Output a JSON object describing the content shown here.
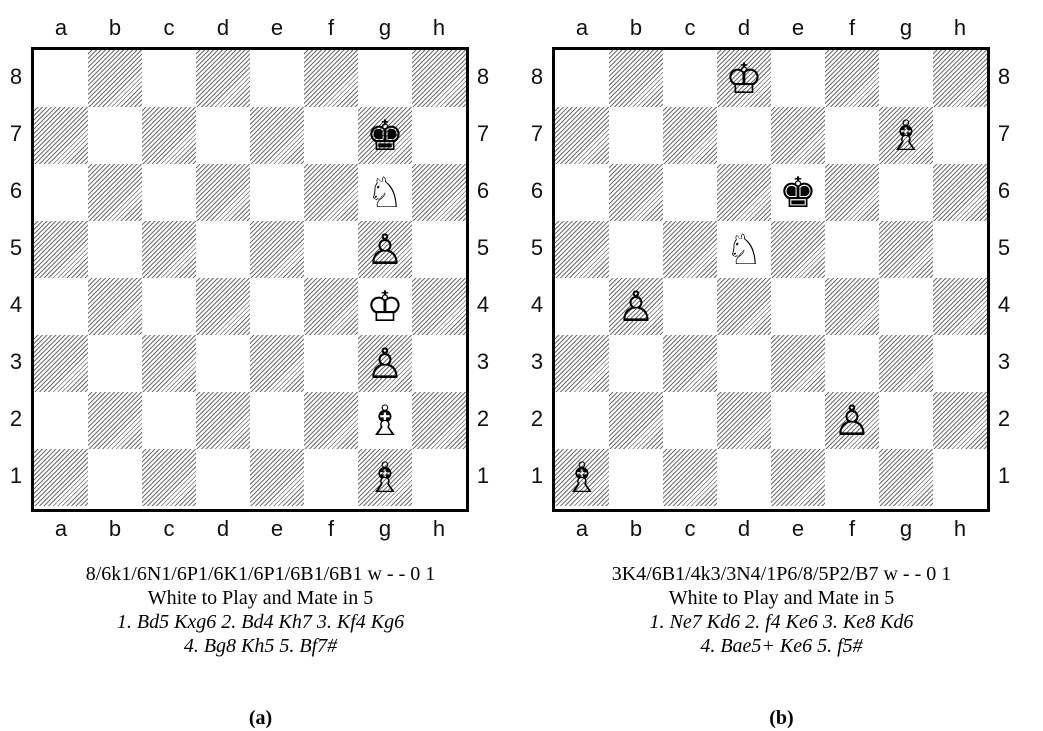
{
  "files": [
    "a",
    "b",
    "c",
    "d",
    "e",
    "f",
    "g",
    "h"
  ],
  "ranks": [
    "8",
    "7",
    "6",
    "5",
    "4",
    "3",
    "2",
    "1"
  ],
  "glyphs": {
    "K": "♔",
    "Q": "♕",
    "R": "♖",
    "B": "♗",
    "N": "♘",
    "P": "♙",
    "k": "♚",
    "q": "♛",
    "r": "♜",
    "b": "♝",
    "n": "♞",
    "p": "♟"
  },
  "boards": [
    {
      "id": "a",
      "fen": "8/6k1/6N1/6P1/6K1/6P1/6B1/6B1 w - - 0 1",
      "task": "White to Play and Mate in 5",
      "solution_line1": "1. Bd5 Kxg6 2. Bd4 Kh7 3. Kf4 Kg6",
      "solution_line2": "4. Bg8 Kh5 5. Bf7#",
      "label": "(a)"
    },
    {
      "id": "b",
      "fen": "3K4/6B1/4k3/3N4/1P6/8/5P2/B7 w - - 0 1",
      "task": "White to Play and Mate in 5",
      "solution_line1": "1. Ne7 Kd6 2. f4 Ke6 3. Ke8 Kd6",
      "solution_line2": "4. Bae5+ Ke6 5. f5#",
      "label": "(b)"
    }
  ]
}
